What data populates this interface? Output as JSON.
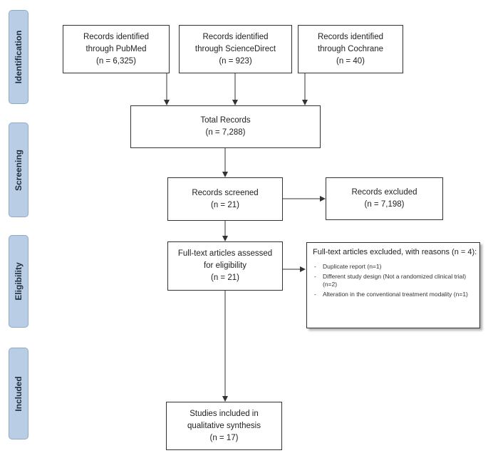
{
  "phases": {
    "identification": "Identification",
    "screening": "Screening",
    "eligibility": "Eligibility",
    "included": "Included"
  },
  "nodes": {
    "pubmed": {
      "line1": "Records identified",
      "line2": "through PubMed",
      "count": "(n = 6,325)"
    },
    "sciencedirect": {
      "line1": "Records identified",
      "line2": "through ScienceDirect",
      "count": "(n = 923)"
    },
    "cochrane": {
      "line1": "Records identified",
      "line2": "through Cochrane",
      "count": "(n = 40)"
    },
    "total": {
      "line1": "Total Records",
      "count": "(n = 7,288)"
    },
    "screened": {
      "line1": "Records screened",
      "count": "(n = 21)"
    },
    "excluded": {
      "line1": "Records excluded",
      "count": "(n = 7,198)"
    },
    "fulltext": {
      "line1": "Full-text articles assessed",
      "line2": "for eligibility",
      "count": "(n = 21)"
    },
    "fulltext_excluded": {
      "header": "Full-text articles excluded, with reasons (n = 4):",
      "reasons": [
        "Duplicate report (n=1)",
        "Different study design (Not a randomized clinical trial) (n=2)",
        "Alteration in the conventional treatment modality  (n=1)"
      ]
    },
    "included": {
      "line1": "Studies included in",
      "line2": "qualitative synthesis",
      "count": "(n = 17)"
    }
  }
}
